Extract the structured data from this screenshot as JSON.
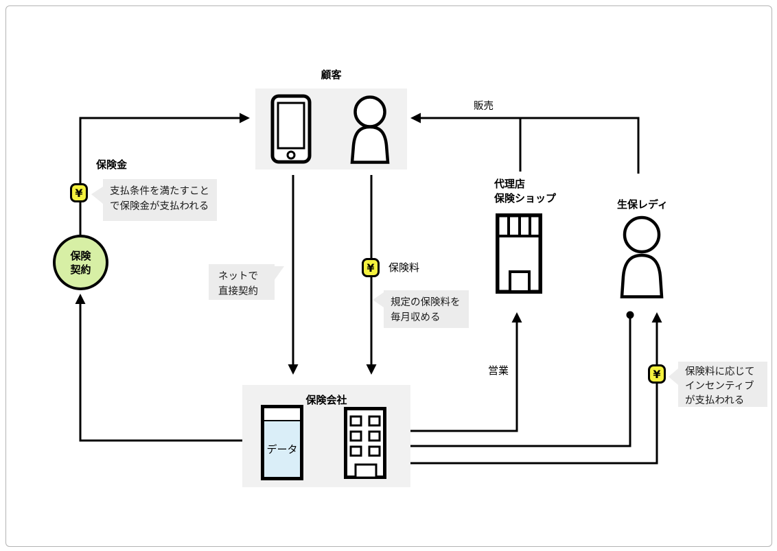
{
  "nodes": {
    "customer": {
      "label": "顧客"
    },
    "insurance_company": {
      "label": "保険会社",
      "database_label": "データ"
    },
    "agency": {
      "label_line1": "代理店",
      "label_line2": "保険ショップ"
    },
    "sales_lady": {
      "label": "生保レディ"
    },
    "insurance_contract": {
      "label_line1": "保険",
      "label_line2": "契約"
    }
  },
  "flows": {
    "sales": {
      "label": "販売"
    },
    "sales_visit": {
      "label": "営業"
    },
    "insurance_benefit": {
      "label": "保険金"
    },
    "insurance_premium": {
      "label": "保険料"
    }
  },
  "callouts": {
    "benefit_payment": {
      "line1": "支払条件を満たすこと",
      "line2": "で保険金が支払われる"
    },
    "online_contract": {
      "line1": "ネットで",
      "line2": "直接契約"
    },
    "premium_monthly": {
      "line1": "規定の保険料を",
      "line2": "毎月収める"
    },
    "incentive": {
      "line1": "保険料に応じて",
      "line2": "インセンティブ",
      "line3": "が支払われる"
    }
  },
  "icons": {
    "yen": "¥"
  },
  "colors": {
    "highlight_yellow": "#f4f13e",
    "contract_green": "#d7efa5",
    "data_blue": "#daeef8",
    "group_background": "#f1f1f1",
    "callout_background": "#ececec",
    "line_black": "#000000",
    "frame_border": "#b3b3b3"
  }
}
